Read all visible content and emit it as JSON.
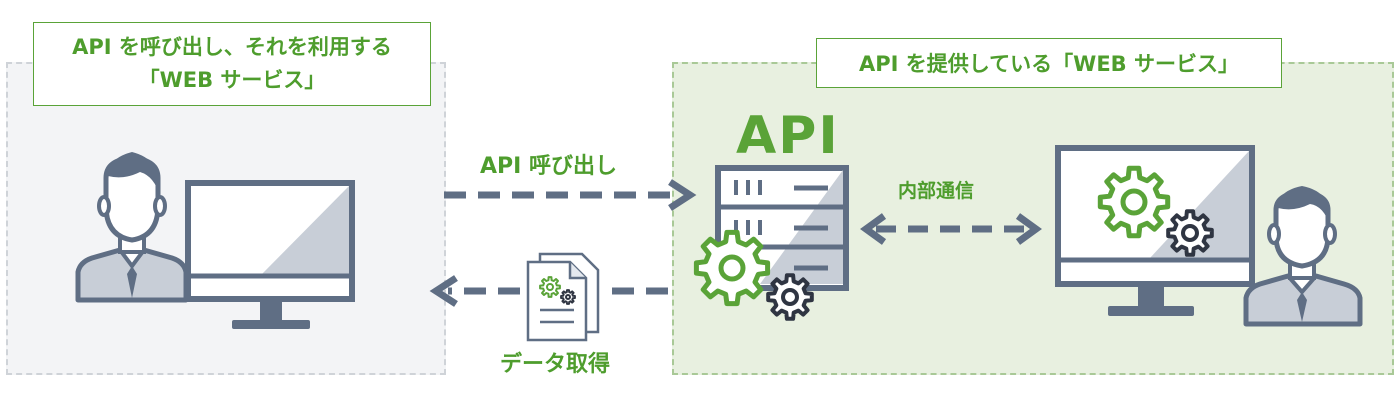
{
  "left_panel": {
    "title_line1": "API を呼び出し、それを利用する",
    "title_line2": "「WEB サービス」"
  },
  "right_panel": {
    "title": "API を提供している「WEB サービス」"
  },
  "labels": {
    "api_call": "API 呼び出し",
    "data_fetch": "データ取得",
    "internal_comm": "内部通信",
    "api_server": "API"
  },
  "colors": {
    "accent_green": "#5aa338",
    "slate": "#5f6e84",
    "left_bg": "#f3f4f6",
    "right_bg": "#e8f0e0"
  },
  "icons": [
    "user-icon",
    "monitor-icon",
    "server-icon",
    "gear-icon",
    "document-icon"
  ]
}
